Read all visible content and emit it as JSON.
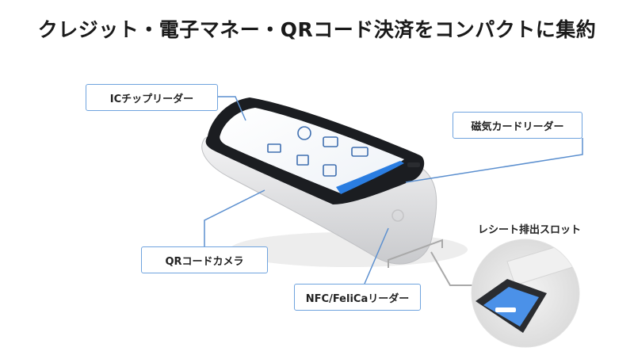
{
  "title": "クレジット・電子マネー・QRコード決済をコンパクトに集約",
  "callouts": {
    "ic_chip_reader": "ICチップリーダー",
    "magnetic_card_reader": "磁気カードリーダー",
    "qr_code_camera": "QRコードカメラ",
    "nfc_felica_reader": "NFC/FeliCaリーダー"
  },
  "receipt_slot_label": "レシート排出スロット",
  "colors": {
    "callout_border": "#6fa3de",
    "leader_line": "#5b8fcf",
    "bracket": "#a9a9a9",
    "screen_accent": "#2a7de1"
  }
}
